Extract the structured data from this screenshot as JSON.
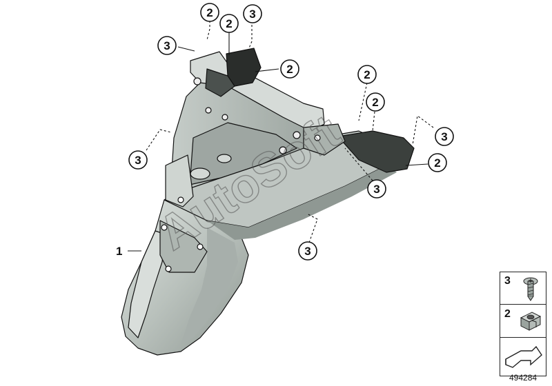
{
  "diagram": {
    "diagram_id": "494284",
    "watermark": "AutoSoft",
    "callouts": [
      {
        "label": "1"
      },
      {
        "label": "2"
      },
      {
        "label": "2"
      },
      {
        "label": "2"
      },
      {
        "label": "2"
      },
      {
        "label": "2"
      },
      {
        "label": "2"
      },
      {
        "label": "3"
      },
      {
        "label": "3"
      },
      {
        "label": "3"
      },
      {
        "label": "3"
      },
      {
        "label": "3"
      },
      {
        "label": "3"
      }
    ],
    "legend": [
      {
        "number": "3",
        "part": "screw-icon"
      },
      {
        "number": "2",
        "part": "clip-nut-icon"
      },
      {
        "number": "",
        "part": "arrow-icon"
      }
    ],
    "colors": {
      "part_light": "#c9cfcb",
      "part_mid": "#9aa39e",
      "part_dark": "#5f6763",
      "part_black": "#2a2d2b",
      "line": "#111111"
    }
  }
}
